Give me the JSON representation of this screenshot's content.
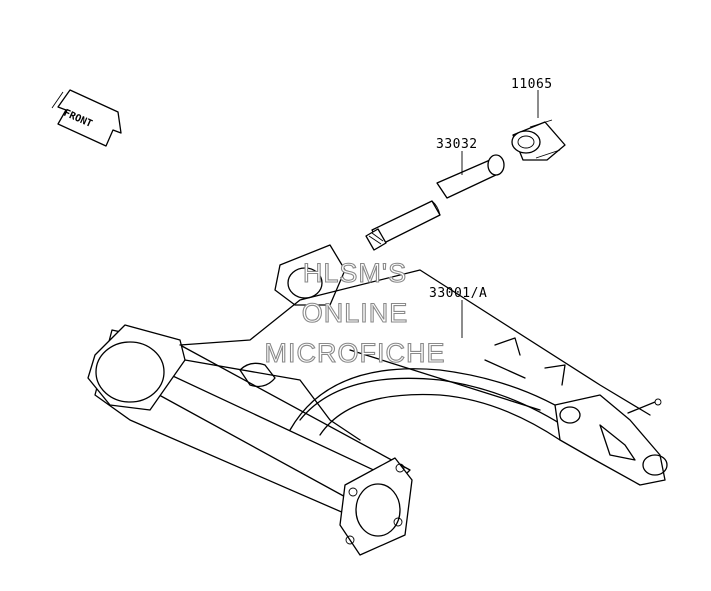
{
  "parts": [
    {
      "number": "11065"
    },
    {
      "number": "33032"
    },
    {
      "number": "33001/A"
    }
  ],
  "direction_indicator": {
    "label": "FRONT"
  },
  "watermark": {
    "line1": "HLSM'S",
    "line2": "ONLINE",
    "line3": "MICROFICHE"
  }
}
